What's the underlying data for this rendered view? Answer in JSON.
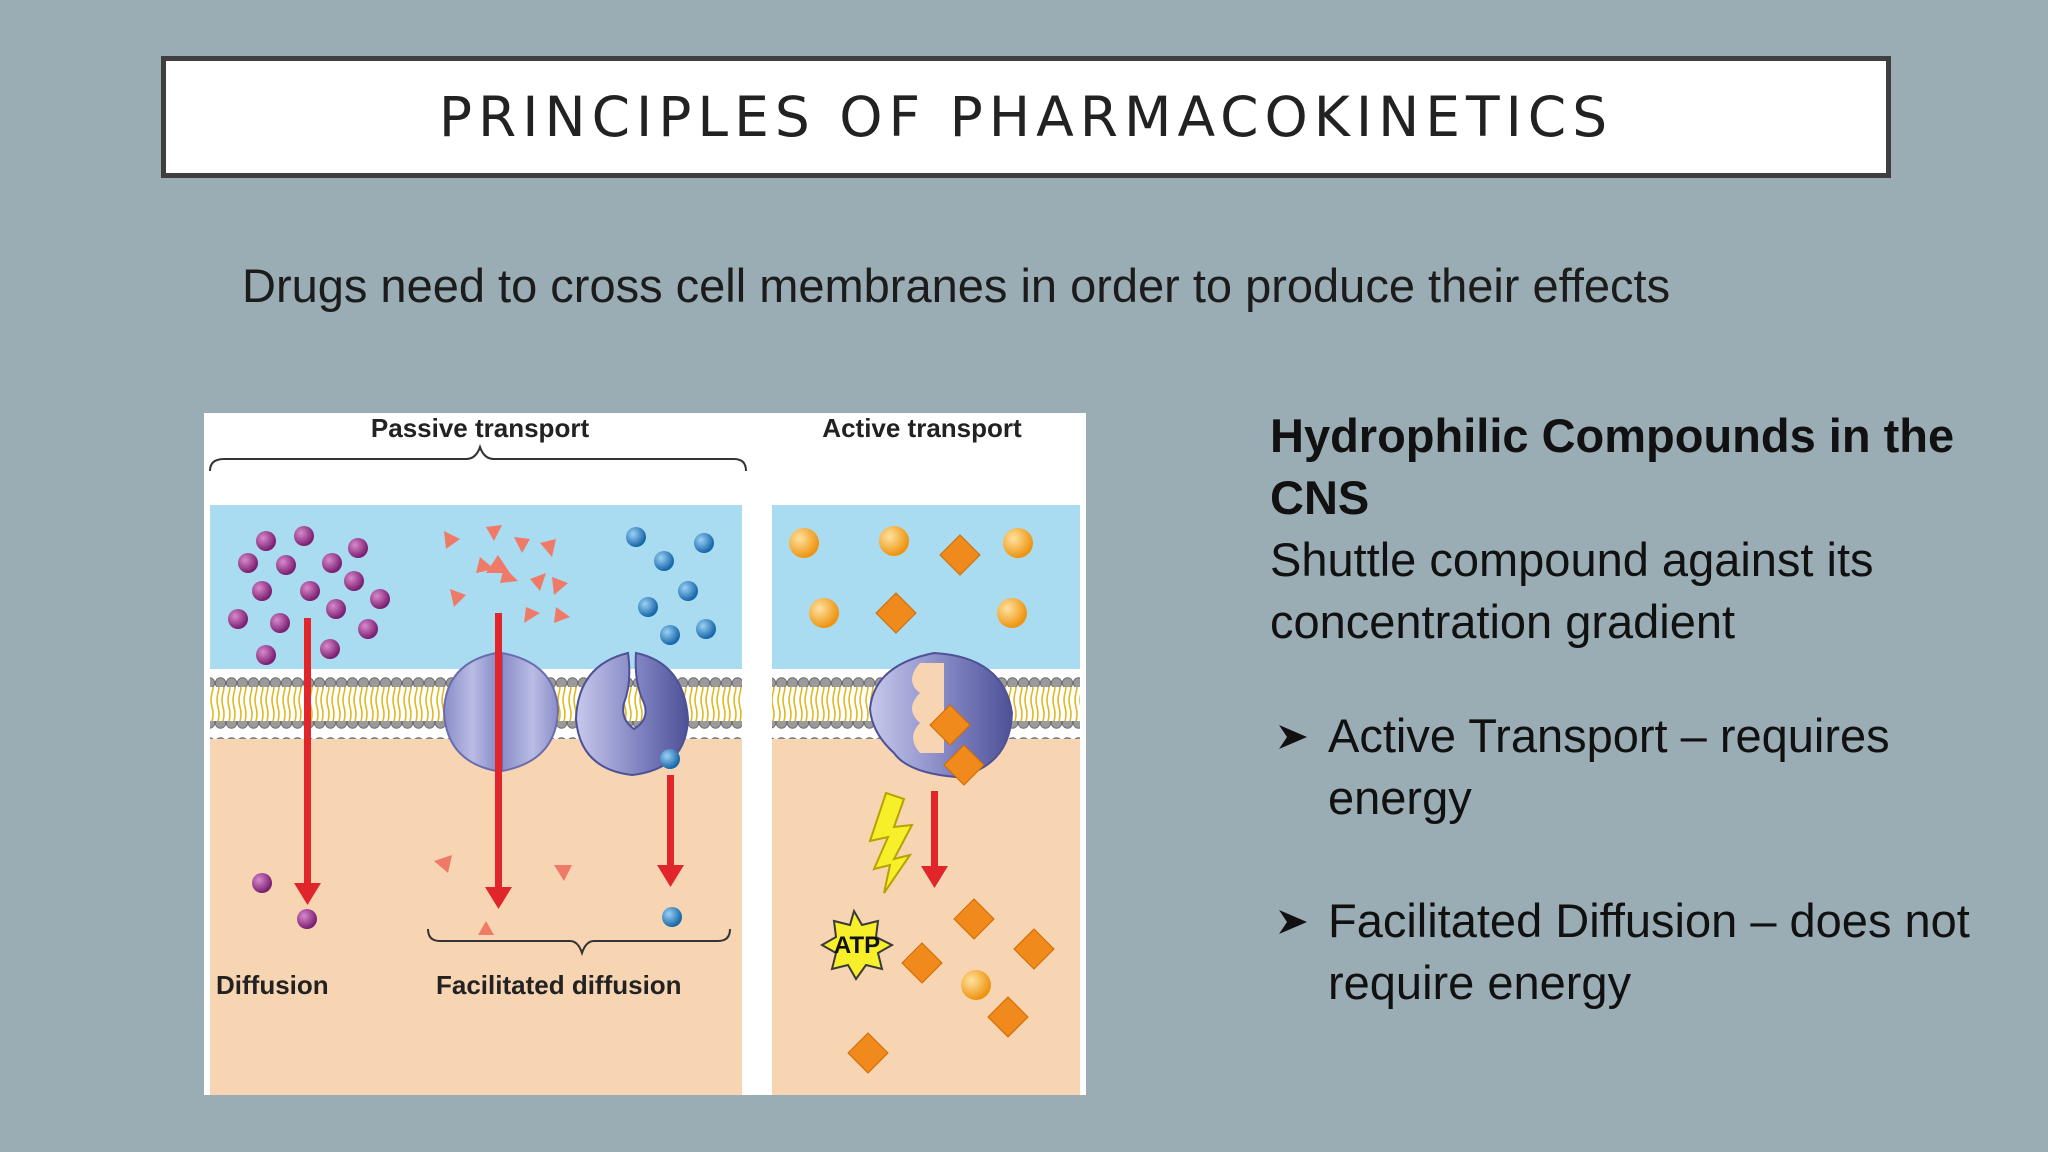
{
  "title": "PRINCIPLES OF PHARMACOKINETICS",
  "subtitle": "Drugs  need  to  cross  cell  membranes in order to produce  their effects",
  "figure": {
    "passive_label": "Passive transport",
    "active_label": "Active transport",
    "diffusion_label": "Diffusion",
    "facilitated_label": "Facilitated diffusion",
    "atp_label": "ATP",
    "colors": {
      "extracellular": "#a9dcf1",
      "intracellular": "#f8d5b2",
      "membrane_head": "#9a9a9a",
      "membrane_tail": "#f3cd3c",
      "arrow": "#e0262b",
      "channel_protein": "#a6a9d6",
      "carrier_protein": "#7c7fbe",
      "purple_molecule": "#9a3a8c",
      "orange_triangle": "#f07a68",
      "blue_molecule": "#2e86c8",
      "orange_diamond": "#f08a1c",
      "orange_sphere": "#f5a623",
      "atp": "#f7ef2a"
    }
  },
  "side": {
    "heading": "Hydrophilic Compounds in the CNS",
    "description": "Shuttle compound against its concentration gradient",
    "bullets": [
      {
        "icon": "arrowhead-bullet-icon",
        "text": "Active Transport – requires energy"
      },
      {
        "icon": "arrowhead-bullet-icon",
        "text": "Facilitated Diffusion – does not require energy"
      }
    ]
  }
}
